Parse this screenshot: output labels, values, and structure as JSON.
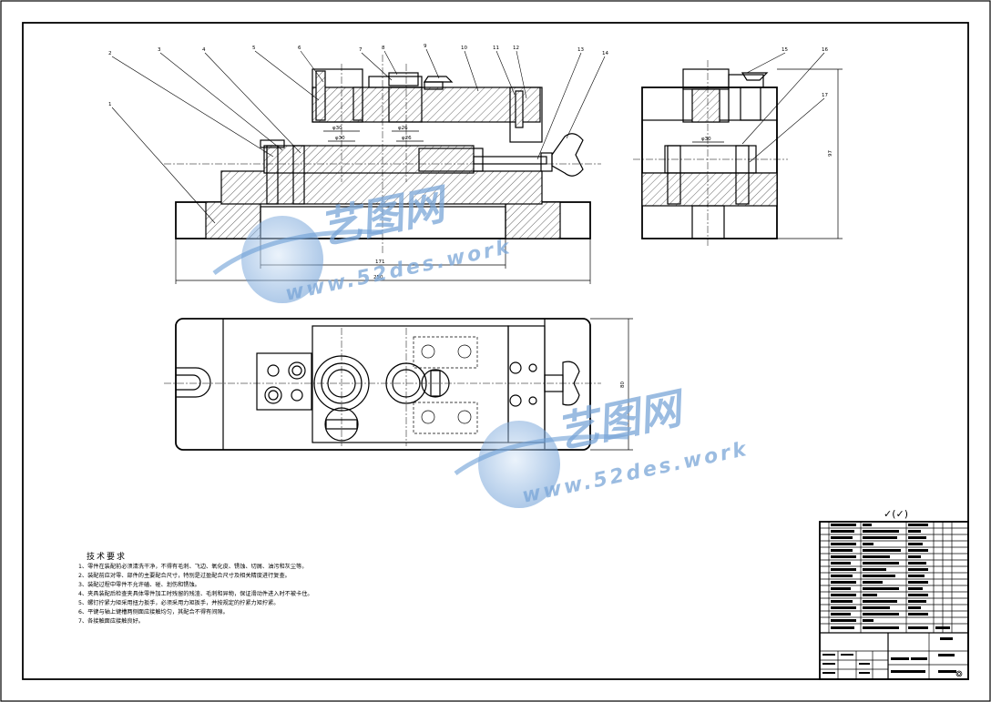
{
  "drawing": {
    "part_labels": [
      "1",
      "2",
      "3",
      "4",
      "5",
      "6",
      "7",
      "8",
      "9",
      "10",
      "11",
      "12",
      "13",
      "14",
      "15",
      "16",
      "17"
    ],
    "front_view": {
      "dim_overall": "250",
      "dim_inner": "171",
      "dim_bores": [
        "φ30",
        "φ26",
        "φ30",
        "φ26"
      ]
    },
    "side_view": {
      "dim_height": "97",
      "dim_bore": "φ30"
    },
    "top_view": {
      "dim_width": "80"
    },
    "surface_finish": "✓(✓)",
    "notes": {
      "title": "技术要求",
      "lines": [
        "1、零件在装配前必须清洗干净，不得有毛刺、飞边、氧化皮、锈蚀、切屑、油污和灰尘等。",
        "2、装配前应对零、部件的主要配合尺寸，特别是过盈配合尺寸及相关精度进行复查。",
        "3、装配过程中零件不允许磕、碰、划伤和锈蚀。",
        "4、夹具装配后检查夹具体零件加工时残留的残渣、毛刺和异物，保证滑动件进入时不被卡住。",
        "5、螺钉拧紧力矩采用扭力扳手，必须采用力矩扳手，并按规定的拧紧力矩拧紧。",
        "6、平键与轴上键槽两侧面应接触均匀，其配合不得有间隙。",
        "7、各接触面应接触良好。"
      ]
    }
  },
  "watermark": {
    "brand": "艺图网",
    "url": "www.52des.work"
  },
  "colors": {
    "line": "#000000",
    "watermark": "#7aa6d8",
    "background": "#ffffff"
  }
}
